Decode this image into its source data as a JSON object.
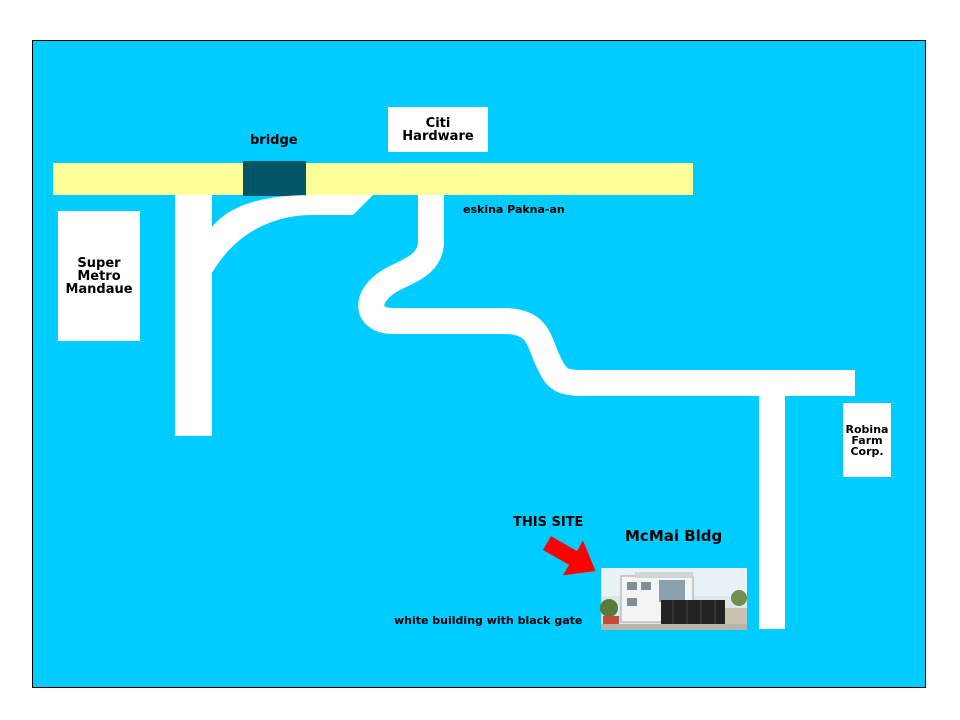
{
  "colors": {
    "water": "#00ccff",
    "main_road": "#ffff99",
    "bridge": "#005566",
    "road": "#ffffff",
    "arrow": "#ff0000"
  },
  "landmarks": {
    "citi_hardware": "Citi\nHardware",
    "super_metro": "Super\nMetro\nMandaue",
    "robina": "Robina\nFarm\nCorp."
  },
  "labels": {
    "bridge": "bridge",
    "corner": "eskina Pakna-an",
    "this_site": "THIS SITE",
    "building_name": "McMai Bldg",
    "building_desc": "white building with black gate"
  },
  "icons": {
    "pointer": "red-arrow-icon",
    "photo": "building-photo"
  }
}
